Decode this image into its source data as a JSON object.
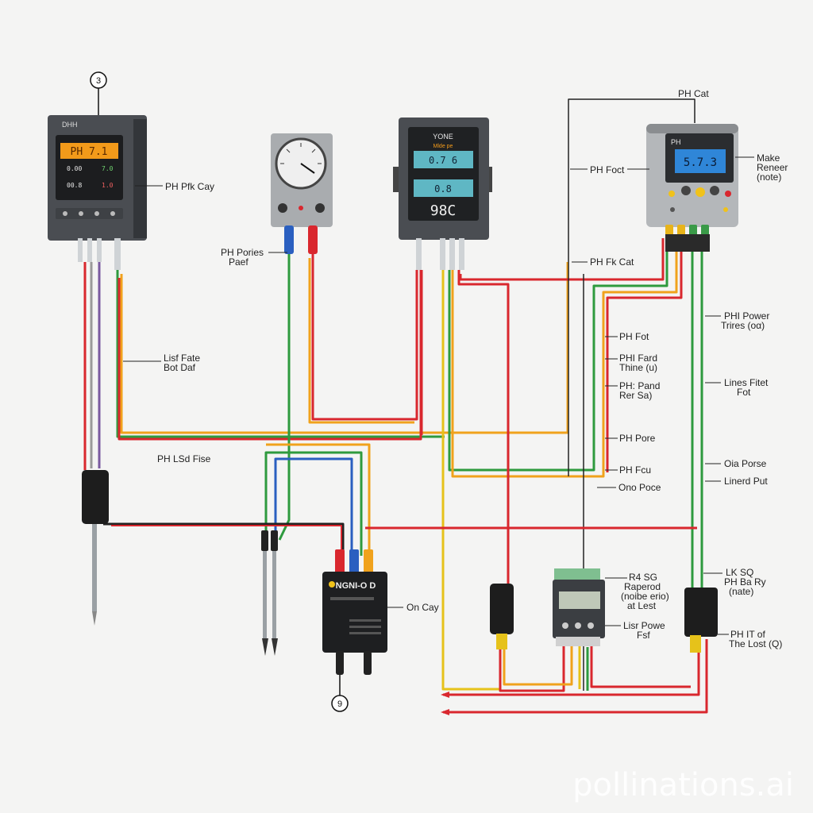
{
  "labels": {
    "callout_top_left": "3",
    "callout_bottom": "9",
    "ph_cat_top": "PH Cat",
    "ph_foct": "PH Foct",
    "make_reneer_1": "Make",
    "make_reneer_2": "Reneer",
    "make_reneer_3": "(note)",
    "ph_pfk_cay": "PH Pfk Cay",
    "ph_pories_1": "PH Pories",
    "ph_pories_2": "Paef",
    "ph_fk_cat": "PH Fk Cat",
    "lisf_fate_1": "Lisf Fate",
    "lisf_fate_2": "Bot Daf",
    "ph_lsd_fise": "PH LSd Fise",
    "ph_fot": "PH Fot",
    "phl_fard_1": "PHI Fard",
    "phl_fard_2": "Thine (u)",
    "ph_pand_1": "PH: Pand",
    "ph_pand_2": "Rer Sa)",
    "ph_pore": "PH Pore",
    "ph_fcu": "PH Fcu",
    "ono_poce": "Ono Poce",
    "phi_power_1": "PHI Power",
    "phi_power_2": "Trires (oα)",
    "lines_fitet_1": "Lines Fitet",
    "lines_fitet_2": "Fot",
    "oia_porse": "Oia Porse",
    "linerd_put": "Linerd Put",
    "on_cay": "On Cay",
    "r4_sg_1": "R4 SG",
    "r4_sg_2": "Raperod",
    "r4_sg_3": "(noibe erio)",
    "r4_sg_4": "at Lest",
    "lisr_powe_1": "Lisr Powe",
    "lisr_powe_2": "Fsf",
    "lk_sq_1": "LK SQ",
    "lk_sq_2": "PH Ba Ry",
    "lk_sq_3": "(nate)",
    "ph_it_1": "PH IT of",
    "ph_it_2": "The Lost (Q)"
  },
  "devices": {
    "meter1_brand": "DHH",
    "meter1_reading": "PH 7.1",
    "meter1_row1a": "0.00",
    "meter1_row1b": "7.0",
    "meter1_row2a": "00.8",
    "meter1_row2b": "1.0",
    "meter3_title": "YONE",
    "meter3_sub": "Mlde pe",
    "meter3_val1": "0.7 6",
    "meter3_val2": "0.8",
    "meter3_val3": "98C",
    "meter4_label": "PH",
    "meter4_reading": "5.7.3",
    "module_text": "NGNI-O D"
  },
  "watermark": "pollinations.ai",
  "colors": {
    "red": "#d9272e",
    "orange": "#f0a21c",
    "green": "#2e9a3e",
    "blue": "#2a5fc0",
    "purple": "#7a5aa0",
    "gray": "#9a9a9a",
    "black": "#222222",
    "lcd_orange": "#f29a1a",
    "lcd_teal": "#5fb7c4",
    "lcd_blue": "#2f86d8"
  }
}
